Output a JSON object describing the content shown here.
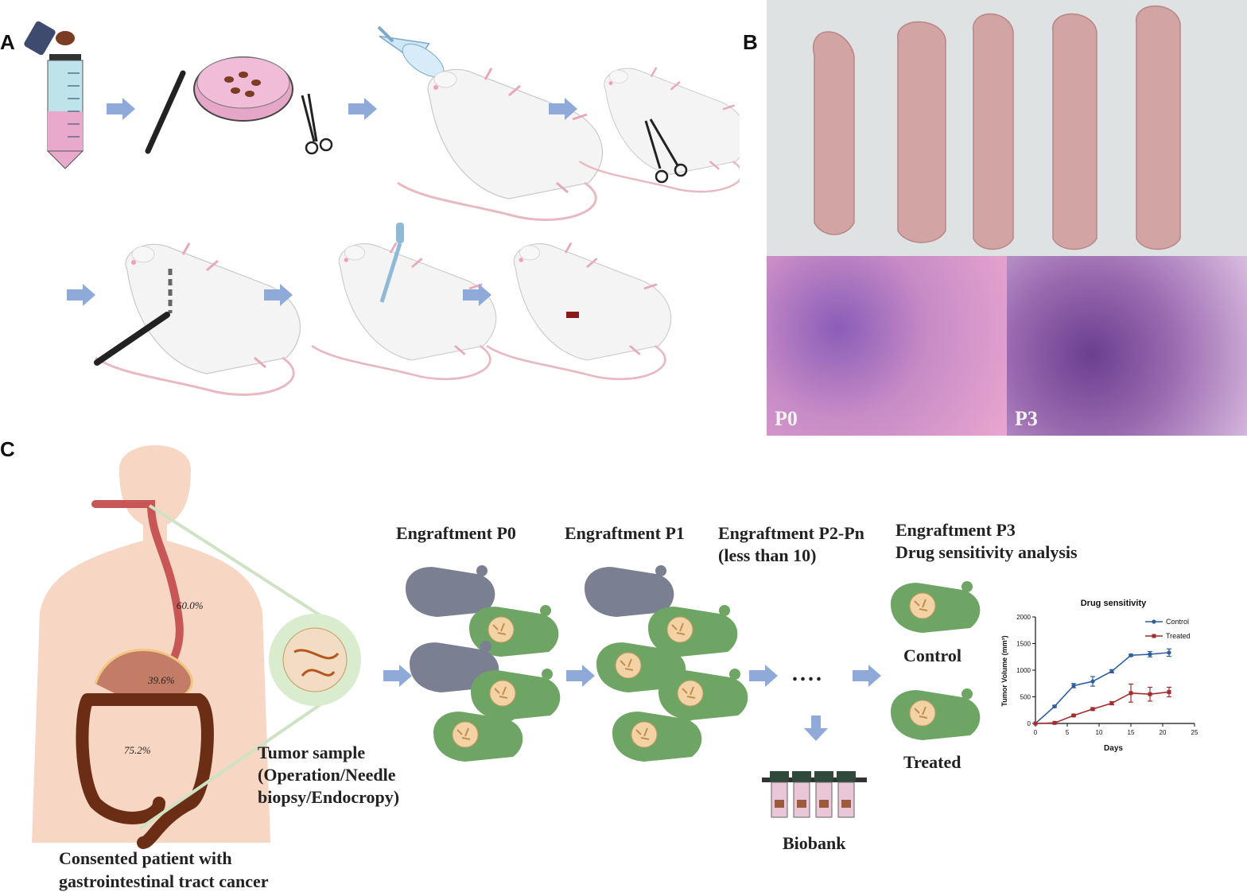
{
  "panels": {
    "a": "A",
    "b": "B",
    "c": "C"
  },
  "histology": {
    "left": "P0",
    "right": "P3"
  },
  "organs": {
    "esophagus": "60.0%",
    "stomach": "39.6%",
    "colon": "75.2%"
  },
  "labels": {
    "patient_line1": "Consented patient with",
    "patient_line2": "gastrointestinal tract cancer",
    "sample_line1": "Tumor sample",
    "sample_line2": "(Operation/Needle",
    "sample_line3": "biopsy/Endocropy)",
    "p0": "Engraftment P0",
    "p1": "Engraftment P1",
    "p2_line1": "Engraftment P2-Pn",
    "p2_line2": "(less than 10)",
    "p3_line1": "Engraftment P3",
    "p3_line2": "Drug sensitivity analysis",
    "control": "Control",
    "treated": "Treated",
    "ellipsis": "....",
    "biobank": "Biobank"
  },
  "colors": {
    "arrow": "#8fa9d9",
    "mouse_green": "#6fa564",
    "mouse_gray": "#7b7f92",
    "control_line": "#2e5f9e",
    "treated_line": "#a42c2c",
    "body_skin": "#f7d6c4",
    "colon": "#6b2e14"
  },
  "chart_data": {
    "type": "line",
    "title": "Drug sensitivity",
    "xlabel": "Days",
    "ylabel": "Tumor Volume (mm³)",
    "xlim": [
      0,
      25
    ],
    "ylim": [
      0,
      2000
    ],
    "xticks": [
      0,
      5,
      10,
      15,
      20,
      25
    ],
    "yticks": [
      0,
      500,
      1000,
      1500,
      2000
    ],
    "legend": "top-right",
    "series": [
      {
        "name": "Control",
        "x": [
          0,
          3,
          6,
          9,
          12,
          15,
          18,
          21
        ],
        "y": [
          0,
          320,
          710,
          790,
          980,
          1280,
          1300,
          1330
        ],
        "err": [
          0,
          20,
          40,
          90,
          30,
          20,
          50,
          70
        ]
      },
      {
        "name": "Treated",
        "x": [
          0,
          3,
          6,
          9,
          12,
          15,
          18,
          21
        ],
        "y": [
          0,
          10,
          150,
          270,
          380,
          570,
          550,
          590
        ],
        "err": [
          0,
          5,
          15,
          20,
          30,
          170,
          130,
          90
        ]
      }
    ]
  }
}
